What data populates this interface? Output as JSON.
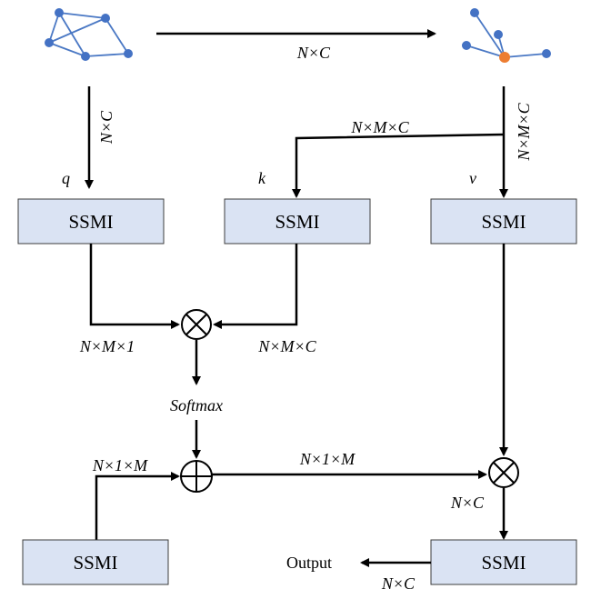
{
  "blocks": {
    "q_block": "SSMI",
    "k_block": "SSMI",
    "v_block": "SSMI",
    "bottom_left_block": "SSMI",
    "output_block": "SSMI"
  },
  "labels": {
    "top_flow": "N×C",
    "left_down": "N×C",
    "right_down": "N×M×C",
    "branch": "N×M×C",
    "q": "q",
    "k": "k",
    "v": "v",
    "q_out": "N×M×1",
    "k_out": "N×M×C",
    "softmax": "Softmax",
    "bottom_in": "N×1×M",
    "plus_out": "N×1×M",
    "mult_out": "N×C",
    "output": "Output",
    "output_dim": "N×C"
  },
  "operators": {
    "multiply": "⊗",
    "add": "⊕"
  },
  "colors": {
    "block_fill": "#dae3f3",
    "graph_node": "#4472c4",
    "highlight_node": "#ed7d31"
  }
}
